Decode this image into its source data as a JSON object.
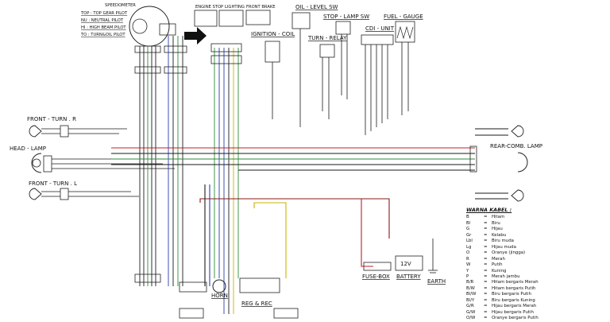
{
  "labels": {
    "speedometer": "SPEEDOMETER",
    "top_pilot": "TOP : TOP GEAR PILOT",
    "nu_pilot": "NU : NEUTRAL PILOT",
    "hi_pilot": "HI : HIGH BEAM PILOT",
    "turn_pilot": "TO : TURN&OIL PILOT",
    "engine_stop": "ENGINE STOP",
    "lighting": "LIGHTING",
    "front_brake": "FRONT BRAKE",
    "oil_level": "OIL - LEVEL  SW",
    "stop_lamp": "STOP - LAMP  SW",
    "fuel_gauge": "FUEL - GAUGE",
    "ignition_coil": "IGNITION - COIL",
    "turn_relay": "TURN - RELAY",
    "cdi_unit": "CDI - UNIT",
    "front_turn_r": "FRONT - TURN . R",
    "head_lamp": "HEAD - LAMP",
    "front_turn_l": "FRONT - TURN . L",
    "rear_comb_lamp": "REAR-COMB. LAMP",
    "fuse_box": "FUSE-BOX",
    "battery": "BATTERY",
    "battery_voltage": "12V",
    "earth": "EARTH",
    "horn": "HORN",
    "reg_rec": "REG & REC"
  },
  "legend": {
    "title": "WARNA KABEL :",
    "rows": [
      {
        "code": "B",
        "name": "Hitam"
      },
      {
        "code": "Bl",
        "name": "Biru"
      },
      {
        "code": "G",
        "name": "Hijau"
      },
      {
        "code": "Gr",
        "name": "Kelabu"
      },
      {
        "code": "Lbl",
        "name": "Biru muda"
      },
      {
        "code": "Lg",
        "name": "Hijau muda"
      },
      {
        "code": "O",
        "name": "Oranye (jingga)"
      },
      {
        "code": "R",
        "name": "Merah"
      },
      {
        "code": "W",
        "name": "Putih"
      },
      {
        "code": "Y",
        "name": "Kuning"
      },
      {
        "code": "P",
        "name": "Merah jambu"
      },
      {
        "code": "B/R",
        "name": "Hitam bergaris Merah"
      },
      {
        "code": "B/W",
        "name": "Hitam bergaris Putih"
      },
      {
        "code": "Bl/W",
        "name": "Biru bergaris Putih"
      },
      {
        "code": "Bl/Y",
        "name": "Biru bergaris Kuning"
      },
      {
        "code": "G/R",
        "name": "Hijau bergaris Merah"
      },
      {
        "code": "G/W",
        "name": "Hijau bergaris Putih"
      },
      {
        "code": "O/W",
        "name": "Oranye bergaris Putih"
      }
    ]
  },
  "colors": {
    "wire_black": "#1a1a1a",
    "wire_red": "#c0202a",
    "wire_blue": "#2a3fb0",
    "wire_green": "#2f8a3a",
    "wire_yellow": "#c9b400",
    "wire_brown": "#8a4a20",
    "arrow": "#111111"
  }
}
